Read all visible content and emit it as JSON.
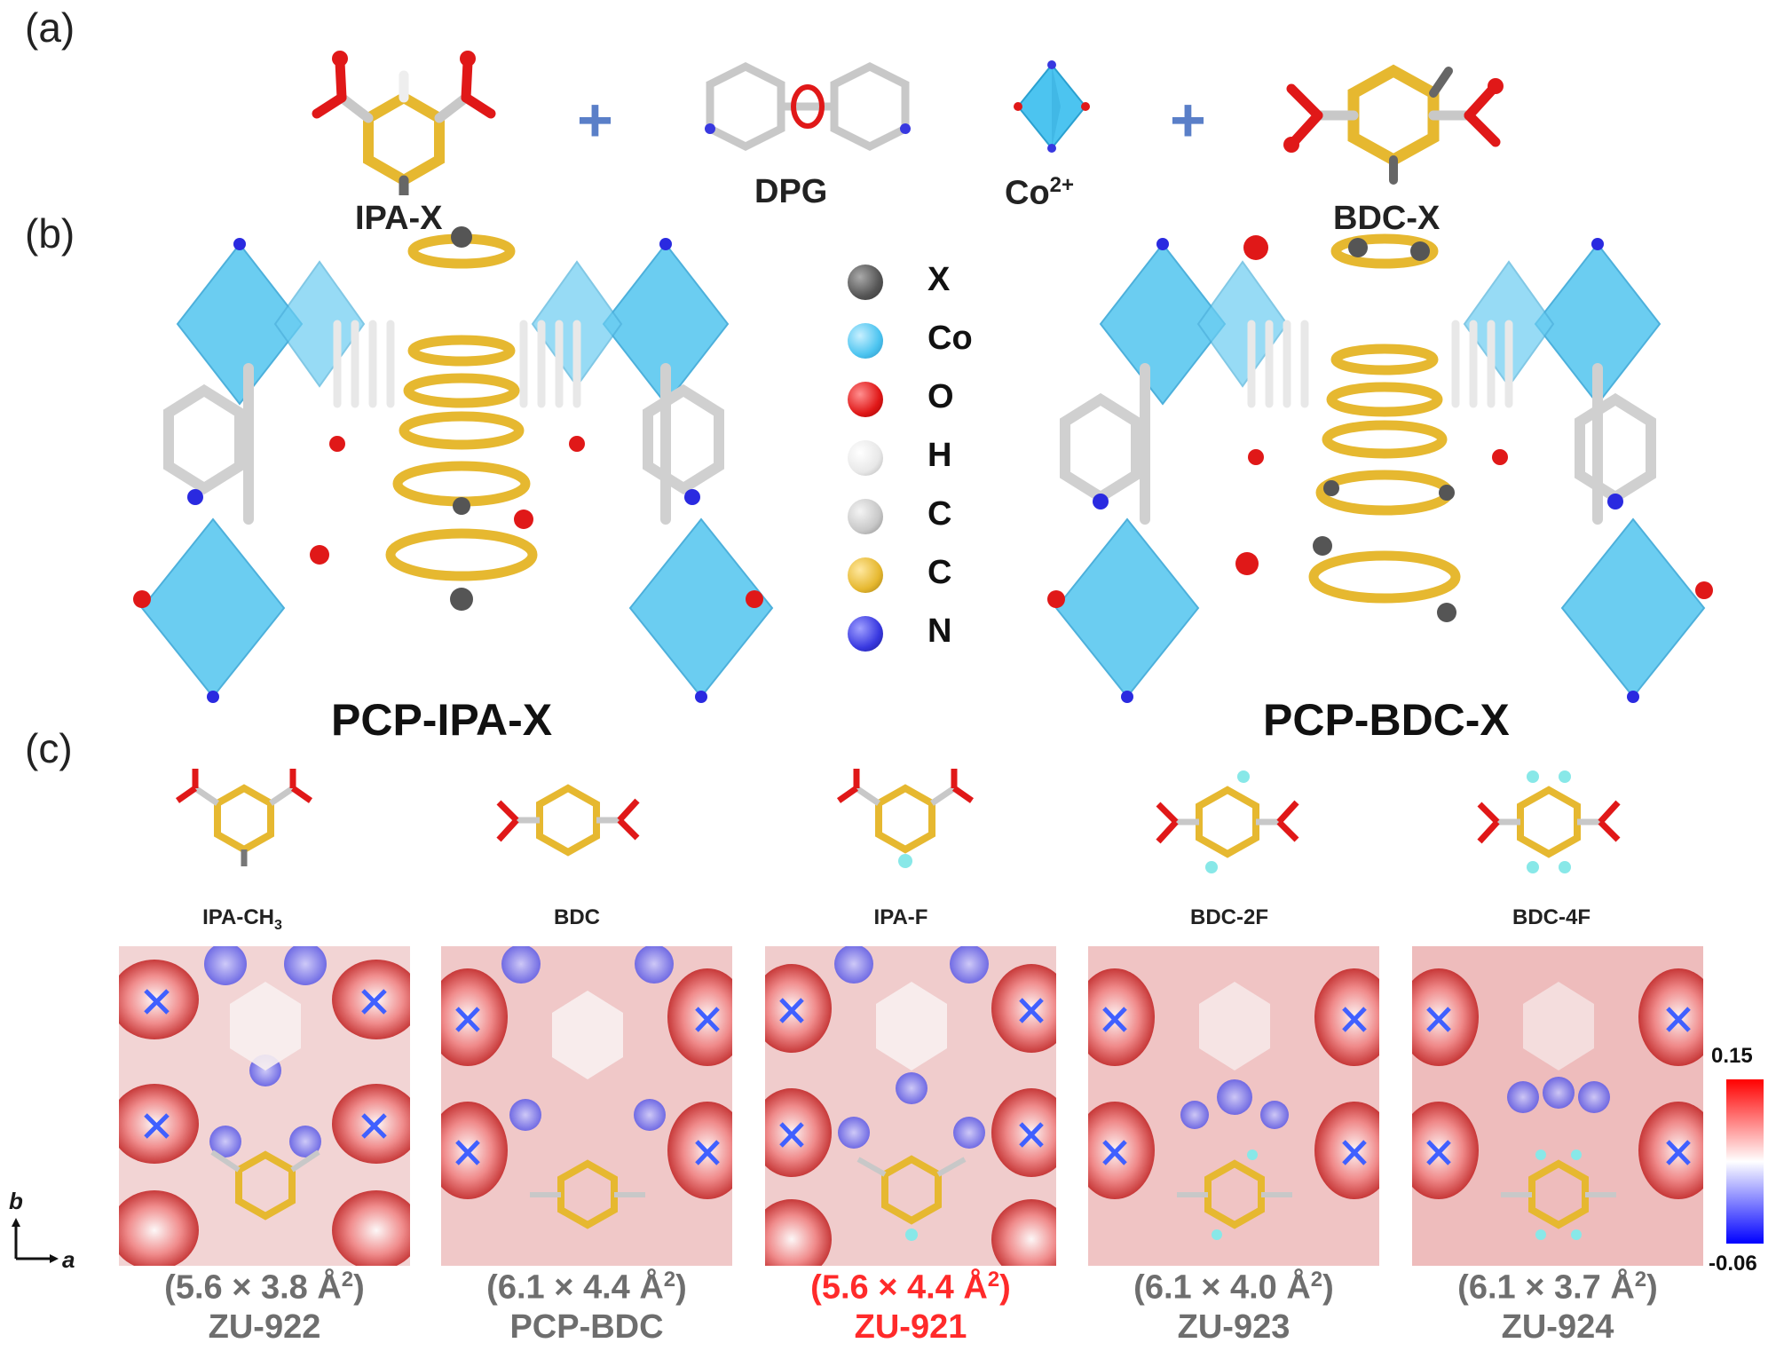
{
  "panels": {
    "a": "(a)",
    "b": "(b)",
    "c": "(c)"
  },
  "panel_a": {
    "molecules": [
      "IPA-X",
      "DPG",
      "Co",
      "BDC-X"
    ],
    "co_superscript": "2+",
    "plus_sign": "+"
  },
  "panel_b": {
    "structures": [
      "PCP-IPA-X",
      "PCP-BDC-X"
    ],
    "legend": [
      {
        "label": "X",
        "color": "#555555"
      },
      {
        "label": "Co",
        "color": "#4cc4f0"
      },
      {
        "label": "O",
        "color": "#e01818"
      },
      {
        "label": "H",
        "color": "#f2f2f2"
      },
      {
        "label": "C",
        "color": "#c8c8c8"
      },
      {
        "label": "C",
        "color": "#e6b830"
      },
      {
        "label": "N",
        "color": "#3838e0"
      }
    ]
  },
  "panel_c": {
    "ligands": [
      {
        "name": "IPA-CH",
        "sub": "3",
        "dims_pre": "(5.6 × 3.8 Å",
        "code": "ZU-922",
        "highlight": false
      },
      {
        "name": "BDC",
        "sub": "",
        "dims_pre": "(6.1 × 4.4 Å",
        "code": "PCP-BDC",
        "highlight": false
      },
      {
        "name": "IPA-F",
        "sub": "",
        "dims_pre": "(5.6 × 4.4 Å",
        "code": "ZU-921",
        "highlight": true
      },
      {
        "name": "BDC-2F",
        "sub": "",
        "dims_pre": "(6.1 × 4.0 Å",
        "code": "ZU-923",
        "highlight": false
      },
      {
        "name": "BDC-4F",
        "sub": "",
        "dims_pre": "(6.1 × 3.7 Å",
        "code": "ZU-924",
        "highlight": false
      }
    ],
    "dims_sup": "2",
    "dims_post": ")",
    "axes": {
      "b": "b",
      "a": "a"
    },
    "colorbar": {
      "max": "0.15",
      "min": "-0.06",
      "colors": [
        "#ff0000",
        "#ffffff",
        "#0000ff"
      ]
    }
  }
}
